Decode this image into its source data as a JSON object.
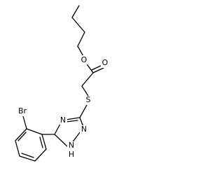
{
  "molecule": {
    "atoms": {
      "ester_o": "O",
      "carbonyl_o": "O",
      "sulfur": "S",
      "ring_n_top": "N",
      "ring_n_right": "N",
      "ring_nh": "N",
      "ring_h": "H",
      "bromine": "Br"
    }
  }
}
